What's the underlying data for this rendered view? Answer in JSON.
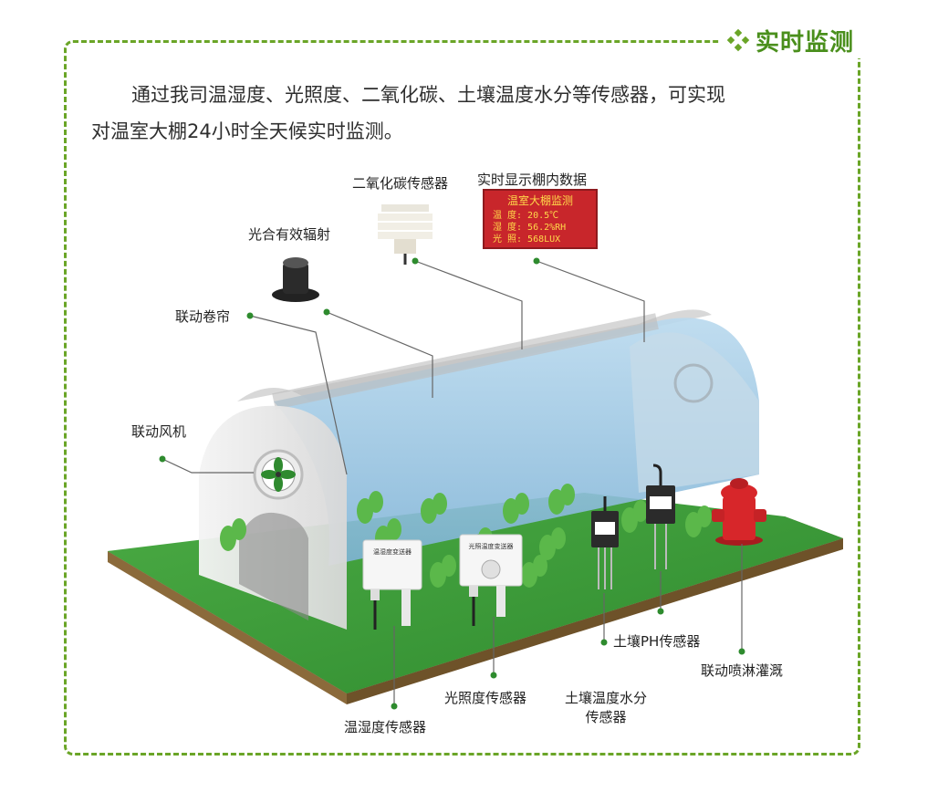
{
  "header": {
    "title": "实时监测"
  },
  "intro": {
    "line1": "通过我司温湿度、光照度、二氧化碳、土壤温度水分等传感器，可实现",
    "line2": "对温室大棚24小时全天候实时监测。"
  },
  "display_panel": {
    "title": "温室大棚监测",
    "rows": [
      "温 度: 20.5℃",
      "湿 度: 56.2%RH",
      "光 照: 568LUX"
    ]
  },
  "device_labels": {
    "temp_humidity": "温湿度变送器",
    "light": "光照温度变送器"
  },
  "labels": {
    "co2": "二氧化碳传感器",
    "display": "实时显示棚内数据",
    "par": "光合有效辐射",
    "curtain": "联动卷帘",
    "fan": "联动风机",
    "soil_ph": "土壤PH传感器",
    "sprinkler": "联动喷淋灌溉",
    "light_sensor": "光照度传感器",
    "soil_tm_1": "土壤温度水分",
    "soil_tm_2": "传感器",
    "temp_humidity_sensor": "温湿度传感器"
  },
  "colors": {
    "frame_border": "#6aa527",
    "title_green": "#4a8f1c",
    "grass": "#3f9d3a",
    "soil": "#8b6a3b",
    "panel_bg": "#c8262b",
    "panel_text": "#ffd84a",
    "glass": "#9ec9e6",
    "hydrant": "#d7262a"
  }
}
